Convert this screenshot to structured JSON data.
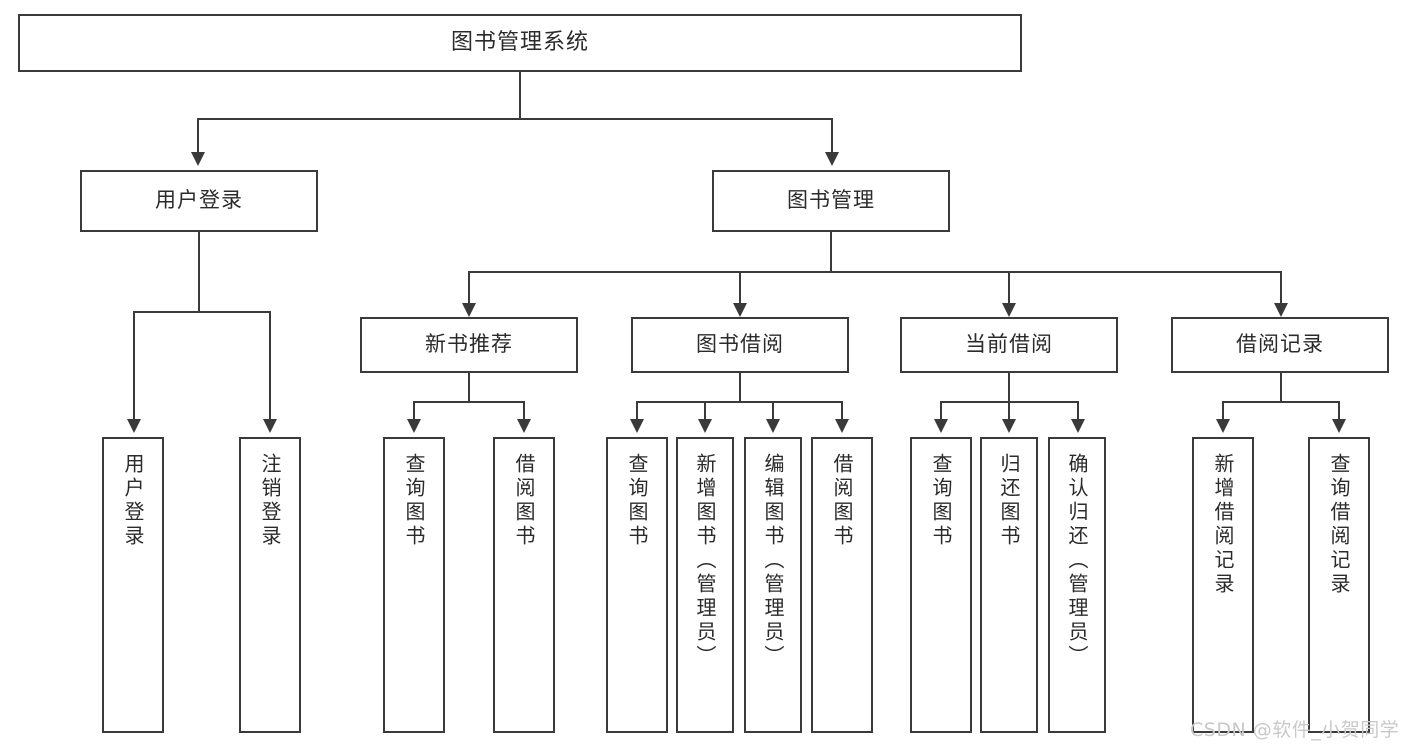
{
  "diagram": {
    "title": "图书管理系统",
    "type": "tree-hierarchy-diagram",
    "watermark": "CSDN @软件_小贺同学",
    "colors": {
      "stroke": "#3a3a3a",
      "text": "#2b2b2b",
      "background": "#ffffff",
      "watermark": "#c9c9c9"
    },
    "root": {
      "label": "图书管理系统"
    },
    "level2": [
      {
        "id": "user-login",
        "label": "用户登录"
      },
      {
        "id": "book-management",
        "label": "图书管理"
      }
    ],
    "level3": [
      {
        "id": "new-book-recommend",
        "label": "新书推荐",
        "parent": "book-management"
      },
      {
        "id": "book-borrow",
        "label": "图书借阅",
        "parent": "book-management"
      },
      {
        "id": "current-borrow",
        "label": "当前借阅",
        "parent": "book-management"
      },
      {
        "id": "borrow-record",
        "label": "借阅记录",
        "parent": "book-management"
      }
    ],
    "leaves": {
      "user-login": [
        {
          "id": "leaf-user-login",
          "label": "用户登录"
        },
        {
          "id": "leaf-user-logout",
          "label": "注销登录"
        }
      ],
      "new-book-recommend": [
        {
          "id": "leaf-query-book-1",
          "label": "查询图书"
        },
        {
          "id": "leaf-borrow-book-1",
          "label": "借阅图书"
        }
      ],
      "book-borrow": [
        {
          "id": "leaf-query-book-2",
          "label": "查询图书"
        },
        {
          "id": "leaf-add-book-admin",
          "label": "新增图书（管理员）"
        },
        {
          "id": "leaf-edit-book-admin",
          "label": "编辑图书（管理员）"
        },
        {
          "id": "leaf-borrow-book-2",
          "label": "借阅图书"
        }
      ],
      "current-borrow": [
        {
          "id": "leaf-query-book-3",
          "label": "查询图书"
        },
        {
          "id": "leaf-return-book",
          "label": "归还图书"
        },
        {
          "id": "leaf-confirm-return-admin",
          "label": "确认归还（管理员）"
        }
      ],
      "borrow-record": [
        {
          "id": "leaf-add-borrow-record",
          "label": "新增借阅记录"
        },
        {
          "id": "leaf-query-borrow-record",
          "label": "查询借阅记录"
        }
      ]
    }
  }
}
